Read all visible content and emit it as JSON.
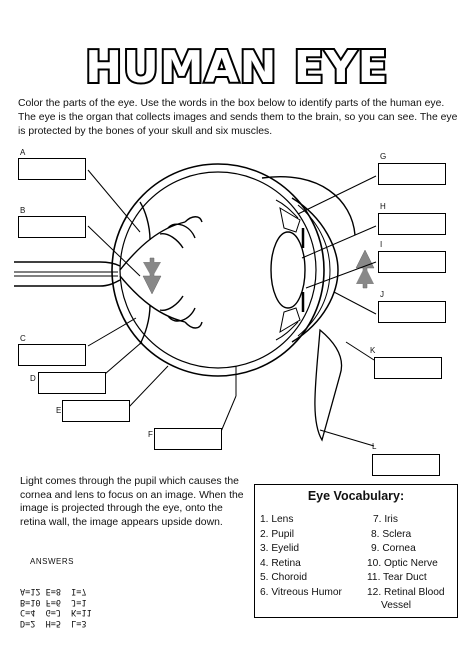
{
  "title": "HUMAN EYE",
  "intro": "Color the parts of the eye. Use the words in the box below to identify parts of the human eye. The eye is the organ that collects images and sends them to the brain, so you can see. The eye is protected by the bones of your skull and six muscles.",
  "labels": [
    "A",
    "B",
    "C",
    "D",
    "E",
    "F",
    "G",
    "H",
    "I",
    "J",
    "K",
    "L"
  ],
  "bottom_text": "Light comes through the pupil which causes the cornea and lens to focus on an image. When the image is projected through the eye, onto the retina wall, the image appears upside down.",
  "answers": {
    "title": "ANSWERS",
    "rows": [
      "D=2  H=5  L=3",
      "C=4  G=J  K=11",
      "B=10 F=6  J=1",
      "A=12 E=8  I=7"
    ]
  },
  "vocabulary": {
    "title": "Eye Vocabulary:",
    "left": [
      "1. Lens",
      "2. Pupil",
      "3. Eyelid",
      "4. Retina",
      "5. Choroid",
      "6. Vitreous Humor"
    ],
    "right": [
      "7. Iris",
      "8. Sclera",
      "9. Cornea",
      "10. Optic Nerve",
      "11. Tear Duct",
      "12. Retinal Blood",
      "Vessel"
    ]
  }
}
